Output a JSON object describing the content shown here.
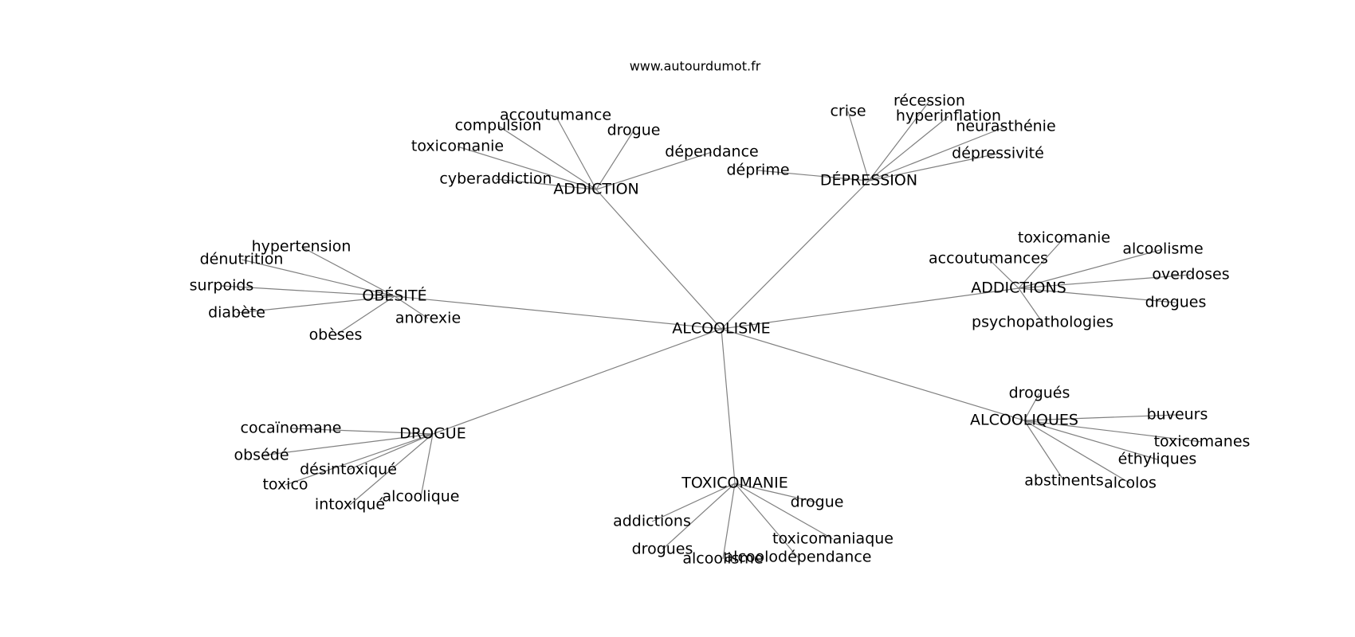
{
  "site": "www.autourdumot.fr",
  "graph": {
    "center": "ALCOOLISME",
    "groups": [
      {
        "hub": "ADDICTION",
        "leaves": [
          "accoutumance",
          "compulsion",
          "drogue",
          "toxicomanie",
          "dépendance",
          "cyberaddiction"
        ]
      },
      {
        "hub": "DÉPRESSION",
        "leaves": [
          "crise",
          "récession",
          "hyperinflation",
          "neurasthénie",
          "dépressivité",
          "déprime"
        ]
      },
      {
        "hub": "OBÉSITÉ",
        "leaves": [
          "hypertension",
          "dénutrition",
          "surpoids",
          "diabète",
          "obèses",
          "anorexie"
        ]
      },
      {
        "hub": "ADDICTIONS",
        "leaves": [
          "toxicomanie",
          "accoutumances",
          "alcoolisme",
          "overdoses",
          "drogues",
          "psychopathologies"
        ]
      },
      {
        "hub": "ALCOOLIQUES",
        "leaves": [
          "drogués",
          "buveurs",
          "toxicomanes",
          "éthyliques",
          "abstinents",
          "alcolos"
        ]
      },
      {
        "hub": "DROGUE",
        "leaves": [
          "cocaïnomane",
          "obsédé",
          "désintoxiqué",
          "toxico",
          "intoxiqué",
          "alcoolique"
        ]
      },
      {
        "hub": "TOXICOMANIE",
        "leaves": [
          "drogue",
          "addictions",
          "toxicomaniaque",
          "drogues",
          "alcoolodépendance",
          "alcoolisme"
        ]
      }
    ]
  }
}
